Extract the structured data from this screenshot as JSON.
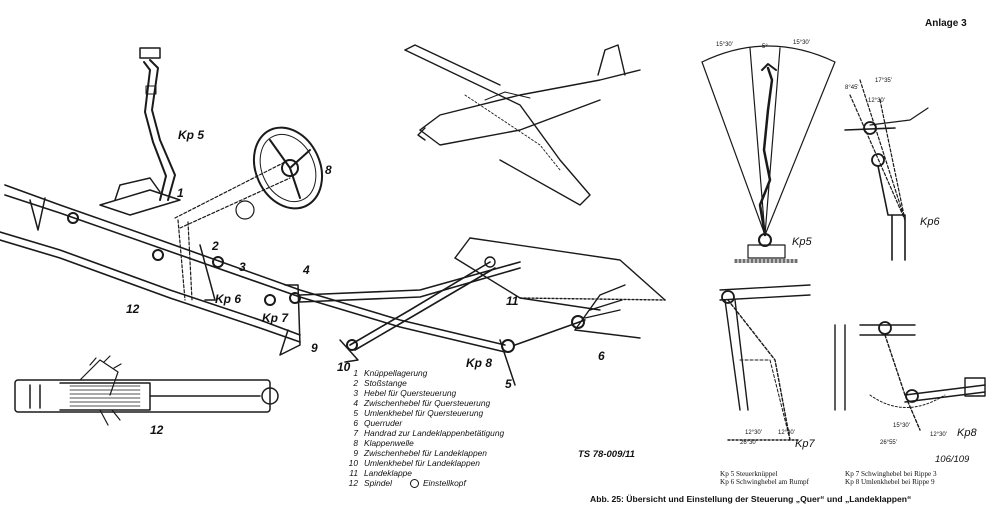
{
  "header": {
    "appendix": "Anlage 3"
  },
  "labels": {
    "kp5": "Kp 5",
    "kp6": "Kp 6",
    "kp7": "Kp 7",
    "kp8": "Kp 8",
    "n1": "1",
    "n2": "2",
    "n3": "3",
    "n4": "4",
    "n5": "5",
    "n6": "6",
    "n8": "8",
    "n9": "9",
    "n10": "10",
    "n11": "11",
    "n12": "12",
    "n12b": "12"
  },
  "legend": [
    {
      "num": "1",
      "text": "Knüppellagerung"
    },
    {
      "num": "2",
      "text": "Stoßstange"
    },
    {
      "num": "3",
      "text": "Hebel für Quersteuerung"
    },
    {
      "num": "4",
      "text": "Zwischenhebel für Quersteuerung"
    },
    {
      "num": "5",
      "text": "Umlenkhebel für Quersteuerung"
    },
    {
      "num": "6",
      "text": "Querruder"
    },
    {
      "num": "7",
      "text": "Handrad zur Landeklappenbetätigung"
    },
    {
      "num": "8",
      "text": "Klappenwelle"
    },
    {
      "num": "9",
      "text": "Zwischenhebel für Landeklappen"
    },
    {
      "num": "10",
      "text": "Umlenkhebel für Landeklappen"
    },
    {
      "num": "11",
      "text": "Landeklappe"
    },
    {
      "num": "12",
      "text": "Spindel"
    }
  ],
  "legend_symbol": {
    "text": "Einstellkopf"
  },
  "details": {
    "kp5_label": "Kp5",
    "kp6_label": "Kp6",
    "kp7_label": "Kp7",
    "kp8_label": "Kp8",
    "angle_a": "15°30'",
    "angle_b": "5°",
    "angle_c": "15°30'",
    "angle_d": "8°45'",
    "angle_e": "17°35'",
    "angle_f": "12°30'",
    "angle_g": "12°30'",
    "angle_h": "26°30'",
    "angle_i": "12°30'",
    "angle_j": "15°30'",
    "angle_k": "26°55'",
    "angle_l": "12°30'"
  },
  "notes": {
    "kp5": "Kp 5 Steuerknüppel",
    "kp6": "Kp 6 Schwinghebel am Rumpf",
    "kp7": "Kp 7 Schwinghebel bei Rippe 3",
    "kp8": "Kp 8 Umlenkhebel bei Rippe 9"
  },
  "reference": "TS 78-009/11",
  "page_number": "106/109",
  "caption": "Abb. 25: Übersicht und Einstellung der Steuerung „Quer“ und „Landeklappen“"
}
